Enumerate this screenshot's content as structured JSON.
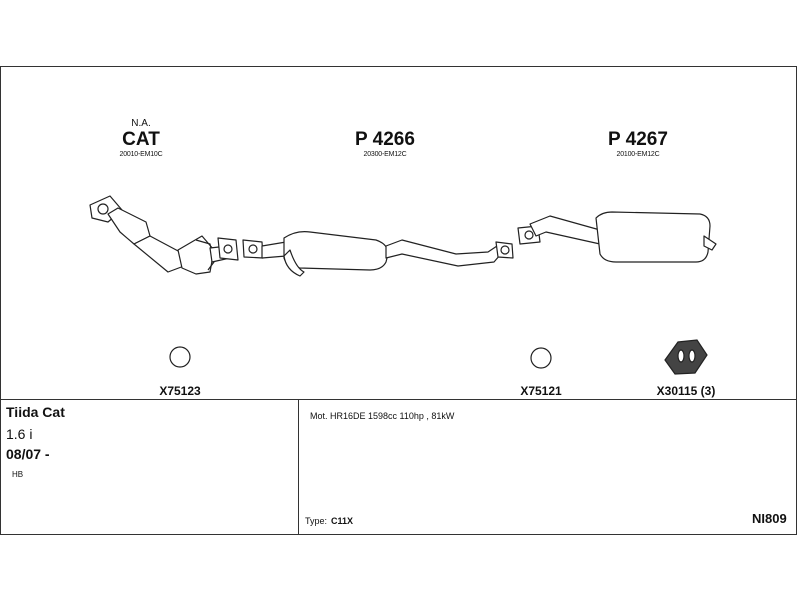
{
  "parts_top": [
    {
      "note": "N.A.",
      "name": "CAT",
      "code": "20010-EM10C"
    },
    {
      "note": "",
      "name": "P 4266",
      "code": "20300-EM12C"
    },
    {
      "note": "",
      "name": "P 4267",
      "code": "20100-EM12C"
    }
  ],
  "parts_bottom": [
    {
      "label": "X75123"
    },
    {
      "label": "X75121"
    },
    {
      "label": "X30115 (3)"
    }
  ],
  "vehicle": {
    "model": "Tiida Cat",
    "engine": "1.6 i",
    "years": "08/07 -",
    "body": "HB"
  },
  "spec": {
    "motor": "Mot. HR16DE 1598cc 110hp , 81kW",
    "type_label": "Type:",
    "type_value": "C11X"
  },
  "reference": "NI809"
}
